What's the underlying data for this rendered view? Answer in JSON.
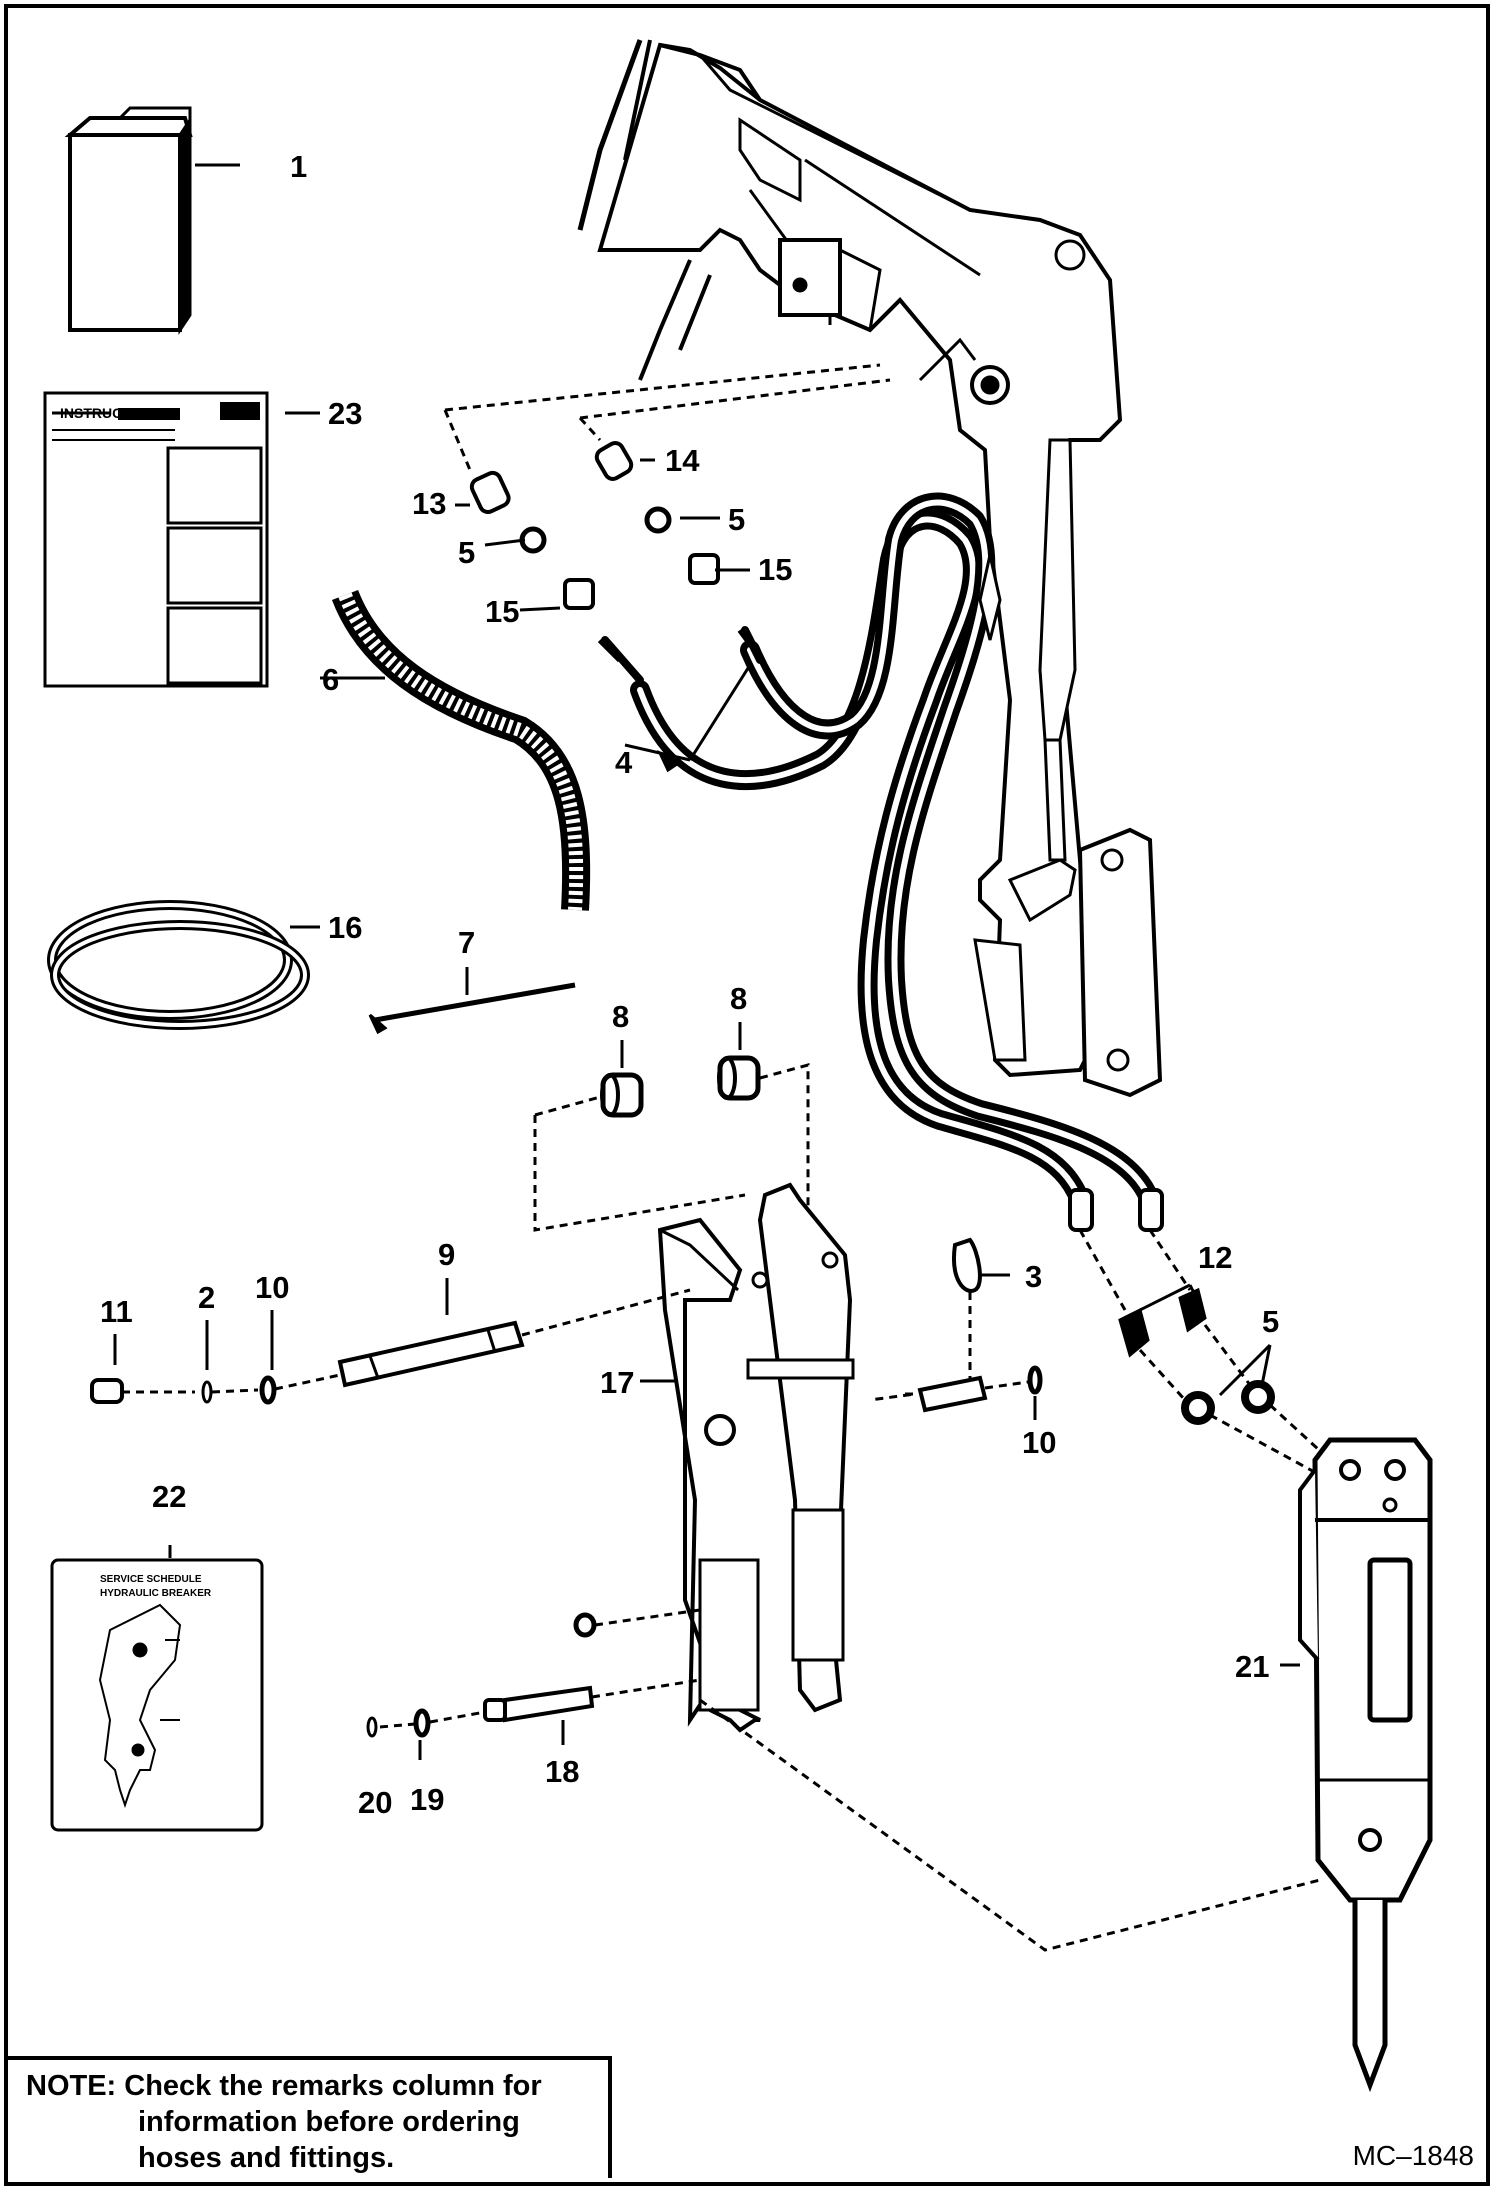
{
  "callouts": {
    "c1": "1",
    "c23": "23",
    "c13": "13",
    "c14": "14",
    "c5a": "5",
    "c5b": "5",
    "c15a": "15",
    "c15b": "15",
    "c6": "6",
    "c4": "4",
    "c16": "16",
    "c7": "7",
    "c8a": "8",
    "c8b": "8",
    "c9": "9",
    "c11": "11",
    "c2": "2",
    "c10a": "10",
    "c3": "3",
    "c10b": "10",
    "c17": "17",
    "c12": "12",
    "c5c": "5",
    "c22": "22",
    "c21": "21",
    "c18": "18",
    "c20": "20",
    "c19": "19"
  },
  "instructions_sheet": {
    "heading": "INSTRUCTIONS"
  },
  "service_decal": {
    "line1": "SERVICE SCHEDULE",
    "line2": "HYDRAULIC BREAKER"
  },
  "note": {
    "line1": "NOTE: Check the remarks column for",
    "line2": "information before ordering",
    "line3": "hoses and fittings."
  },
  "figure_code": "MC–1848"
}
